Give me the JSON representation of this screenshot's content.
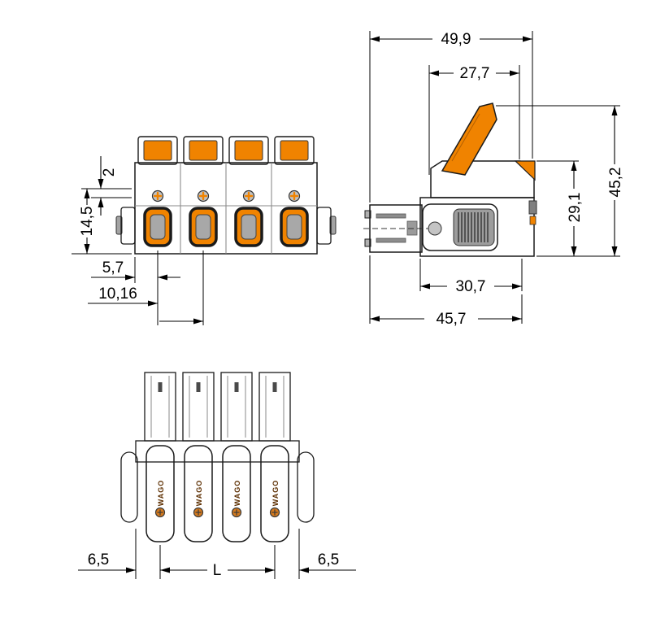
{
  "drawing": {
    "type": "technical-dimension-drawing",
    "brand": "WAGO",
    "colors": {
      "accent_orange": "#f08300",
      "body_gray": "#b0b0b0",
      "line_black": "#000000",
      "background": "#ffffff"
    },
    "views": {
      "front": {
        "dims": {
          "offset_top": "2",
          "height": "14,5",
          "edge_to_first_pole": "5,7",
          "pitch": "10,16"
        }
      },
      "side": {
        "dims": {
          "width_total": "49,9",
          "lever_reach": "27,7",
          "height_total": "45,2",
          "height_body": "29,1",
          "depth_body": "30,7",
          "depth_total": "45,7"
        }
      },
      "bottom": {
        "dims": {
          "margin_left": "6,5",
          "length": "L",
          "margin_right": "6,5"
        }
      }
    }
  }
}
